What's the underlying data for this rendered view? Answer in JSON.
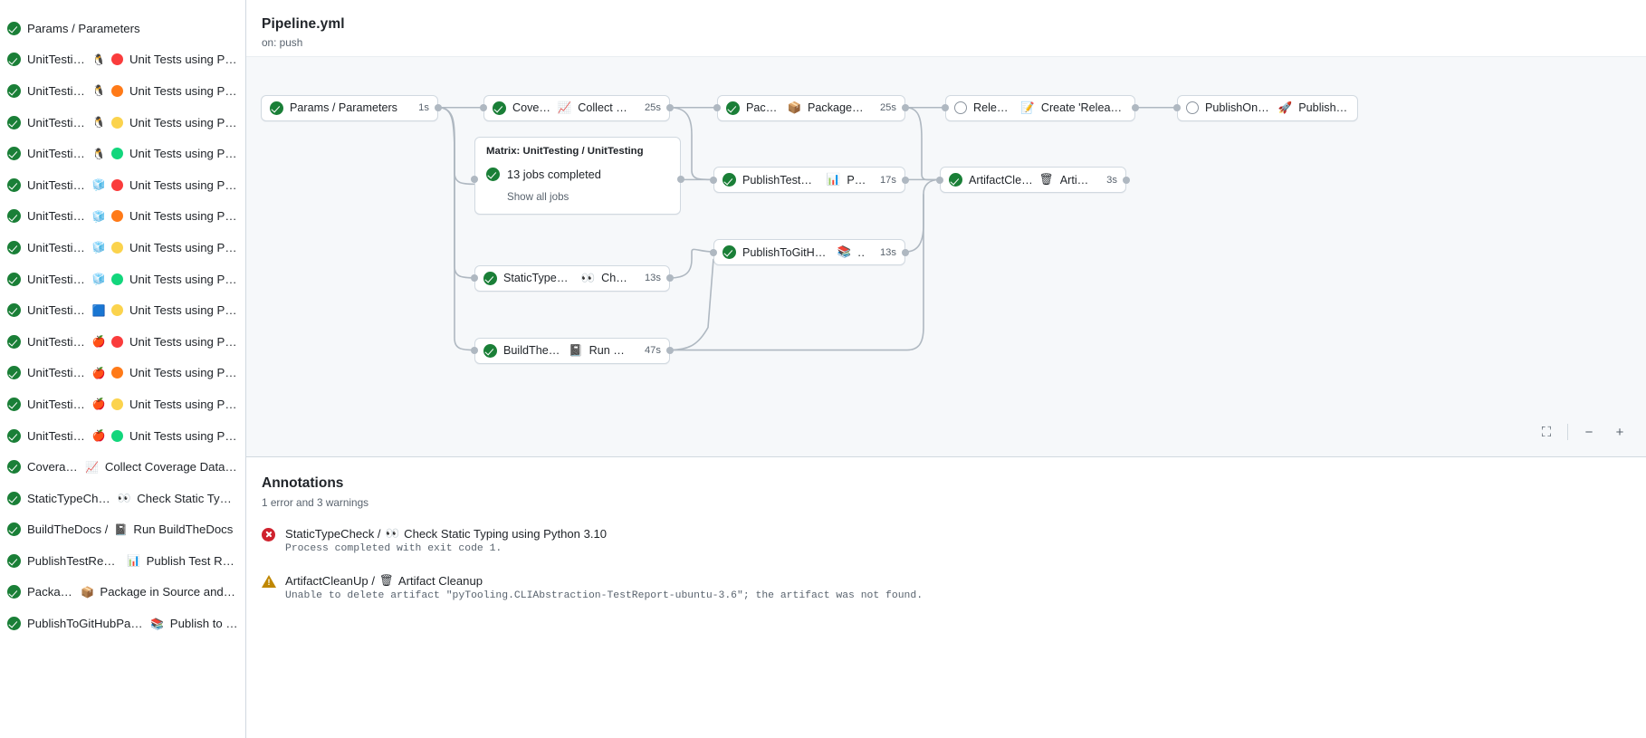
{
  "sidebar": {
    "items": [
      {
        "status": "success",
        "job": "Params / Parameters",
        "os": "",
        "pydot": "",
        "label": ""
      },
      {
        "status": "success",
        "job": "UnitTesting / ",
        "os": "🐧",
        "pydot": "#fa3c3c",
        "label": "Unit Tests using Pyth..."
      },
      {
        "status": "success",
        "job": "UnitTesting / ",
        "os": "🐧",
        "pydot": "#ff7a18",
        "label": "Unit Tests using Pyth..."
      },
      {
        "status": "success",
        "job": "UnitTesting / ",
        "os": "🐧",
        "pydot": "#fbd34d",
        "label": "Unit Tests using Pyth..."
      },
      {
        "status": "success",
        "job": "UnitTesting / ",
        "os": "🐧",
        "pydot": "#12d67c",
        "label": "Unit Tests using Pyth..."
      },
      {
        "status": "success",
        "job": "UnitTesting / ",
        "os": "🧊",
        "pydot": "#fa3c3c",
        "label": "Unit Tests using Pyth..."
      },
      {
        "status": "success",
        "job": "UnitTesting / ",
        "os": "🧊",
        "pydot": "#ff7a18",
        "label": "Unit Tests using Pyth..."
      },
      {
        "status": "success",
        "job": "UnitTesting / ",
        "os": "🧊",
        "pydot": "#fbd34d",
        "label": "Unit Tests using Pyth..."
      },
      {
        "status": "success",
        "job": "UnitTesting / ",
        "os": "🧊",
        "pydot": "#12d67c",
        "label": "Unit Tests using Pyth..."
      },
      {
        "status": "success",
        "job": "UnitTesting / ",
        "os": "🟦",
        "pydot": "#fbd34d",
        "label": "Unit Tests using Pyth..."
      },
      {
        "status": "success",
        "job": "UnitTesting / ",
        "os": "🍎",
        "pydot": "#fa3c3c",
        "label": "Unit Tests using Pyth..."
      },
      {
        "status": "success",
        "job": "UnitTesting / ",
        "os": "🍎",
        "pydot": "#ff7a18",
        "label": "Unit Tests using Pyth..."
      },
      {
        "status": "success",
        "job": "UnitTesting / ",
        "os": "🍎",
        "pydot": "#fbd34d",
        "label": "Unit Tests using Pyth..."
      },
      {
        "status": "success",
        "job": "UnitTesting / ",
        "os": "🍎",
        "pydot": "#12d67c",
        "label": "Unit Tests using Pyth..."
      },
      {
        "status": "success",
        "job": "Coverage / ",
        "os": "📈",
        "pydot": "",
        "label": "Collect Coverage Data usi..."
      },
      {
        "status": "success",
        "job": "StaticTypeCheck / ",
        "os": "👀",
        "pydot": "",
        "label": "Check Static Typing..."
      },
      {
        "status": "success",
        "job": "BuildTheDocs / ",
        "os": "📓",
        "pydot": "",
        "label": "Run BuildTheDocs"
      },
      {
        "status": "success",
        "job": "PublishTestResults / ",
        "os": "📊",
        "pydot": "",
        "label": "Publish Test Resu..."
      },
      {
        "status": "success",
        "job": "Package / ",
        "os": "📦",
        "pydot": "",
        "label": "Package in Source and Wh..."
      },
      {
        "status": "success",
        "job": "PublishToGitHubPages / ",
        "os": "📚",
        "pydot": "",
        "label": "Publish to G..."
      }
    ]
  },
  "graph": {
    "title": "Pipeline.yml",
    "subtitle": "on: push",
    "nodes": [
      {
        "id": "params",
        "status": "success",
        "text": "Params / Parameters",
        "emoji": "",
        "duration": "1s"
      },
      {
        "id": "coverage",
        "status": "success",
        "text": "Coverage / ",
        "emoji": "📈",
        "text2": "Collect Cove...",
        "duration": "25s"
      },
      {
        "id": "package",
        "status": "success",
        "text": "Package / ",
        "emoji": "📦",
        "text2": "Package in So...",
        "duration": "25s"
      },
      {
        "id": "release",
        "status": "pending",
        "text": "Release / ",
        "emoji": "📝",
        "text2": "Create 'Release P...",
        "duration": ""
      },
      {
        "id": "pypi",
        "status": "pending",
        "text": "PublishOnPyPI / ",
        "emoji": "🚀",
        "text2": "Publish to ...",
        "duration": ""
      },
      {
        "id": "ptr",
        "status": "success",
        "text": "PublishTestResults / ",
        "emoji": "📊",
        "text2": "Pu...",
        "duration": "17s"
      },
      {
        "id": "cleanup",
        "status": "success",
        "text": "ArtifactCleanUp / ",
        "emoji": "🗑",
        "text2": "Artifac...",
        "duration": "3s"
      },
      {
        "id": "pages",
        "status": "success",
        "text": "PublishToGitHubPages / ",
        "emoji": "📚",
        "text2": "...",
        "duration": "13s"
      },
      {
        "id": "stc",
        "status": "success",
        "text": "StaticTypeCheck / ",
        "emoji": "👀",
        "text2": "Chec...",
        "duration": "13s"
      },
      {
        "id": "docs",
        "status": "success",
        "text": "BuildTheDocs / ",
        "emoji": "📓",
        "text2": "Run Buil...",
        "duration": "47s"
      }
    ],
    "matrix": {
      "title": "Matrix: UnitTesting / UnitTesting",
      "status": "success",
      "summary": "13 jobs completed",
      "link": "Show all jobs"
    },
    "zoom": {
      "fit_label": "⛶",
      "minus_label": "−",
      "plus_label": "+"
    }
  },
  "annotations": {
    "title": "Annotations",
    "subtitle": "1 error and 3 warnings",
    "items": [
      {
        "level": "error",
        "job": "StaticTypeCheck / ",
        "emoji": "👀",
        "name": "Check Static Typing using Python 3.10",
        "message": "Process completed with exit code 1."
      },
      {
        "level": "warning",
        "job": "ArtifactCleanUp / ",
        "emoji": "🗑",
        "name": "Artifact Cleanup",
        "message": "Unable to delete artifact \"pyTooling.CLIAbstraction-TestReport-ubuntu-3.6\"; the artifact was not found."
      }
    ]
  }
}
